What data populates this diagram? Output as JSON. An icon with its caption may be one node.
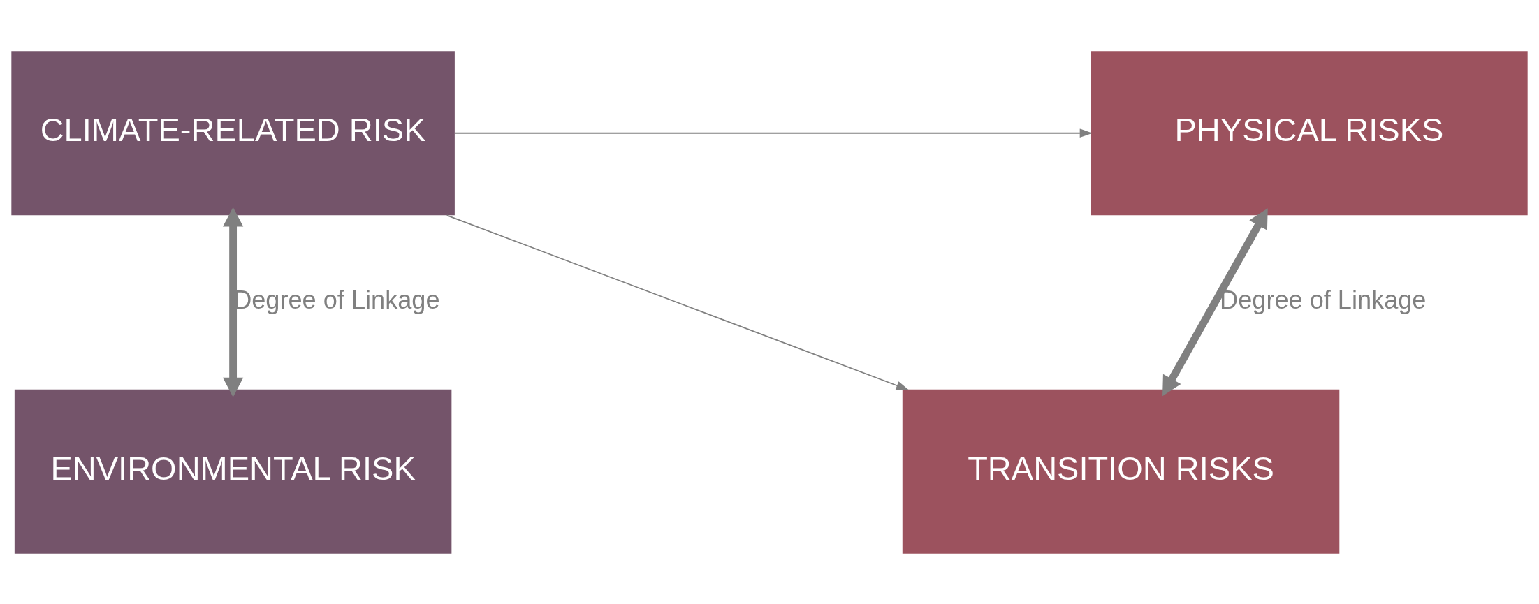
{
  "diagram": {
    "nodes": [
      {
        "text": [
          "CLIMATE-RELATED RISK"
        ]
      },
      {
        "text": [
          "PHYSICAL RISKS"
        ]
      },
      {
        "text": [
          "ENVIRONMENTAL RISK"
        ]
      },
      {
        "text": [
          "TRANSITION RISKS"
        ]
      }
    ],
    "edges": [
      {
        "from": 0,
        "to": 1,
        "arrow": "to"
      },
      {
        "from": 0,
        "to": 3,
        "arrow": "to"
      },
      {
        "from": 0,
        "to": 2,
        "arrow": "both",
        "label": "Degree of Linkage",
        "style": "thick"
      },
      {
        "from": 1,
        "to": 3,
        "arrow": "both",
        "label": "Degree of Linkage",
        "style": "thick"
      }
    ]
  }
}
